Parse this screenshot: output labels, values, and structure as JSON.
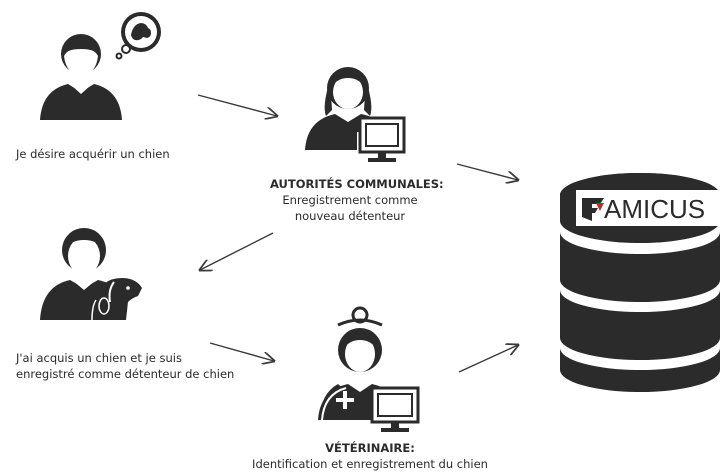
{
  "nodes": {
    "buyer": {
      "caption": "Je désire acquérir un chien"
    },
    "commune": {
      "title": "AUTORITÉS COMMUNALES:",
      "line1": "Enregistrement comme",
      "line2": "nouveau détenteur"
    },
    "owner": {
      "line1": "J'ai acquis un chien et je suis",
      "line2": "enregistré comme détenteur de chien"
    },
    "vet": {
      "title": "VÉTÉRINAIRE:",
      "line1": "Identification et enregistrement du chien"
    },
    "database": {
      "logo": "AMICUS"
    }
  },
  "colors": {
    "figure": "#2b2b2b",
    "arrow": "#3a3a3a",
    "background": "#ffffff"
  },
  "icons": {
    "buyer": "person-with-thought-bubble-dog-icon",
    "commune": "official-with-monitor-icon",
    "owner": "person-with-dog-icon",
    "vet": "veterinarian-with-monitor-icon",
    "database": "database-cylinder-icon"
  }
}
